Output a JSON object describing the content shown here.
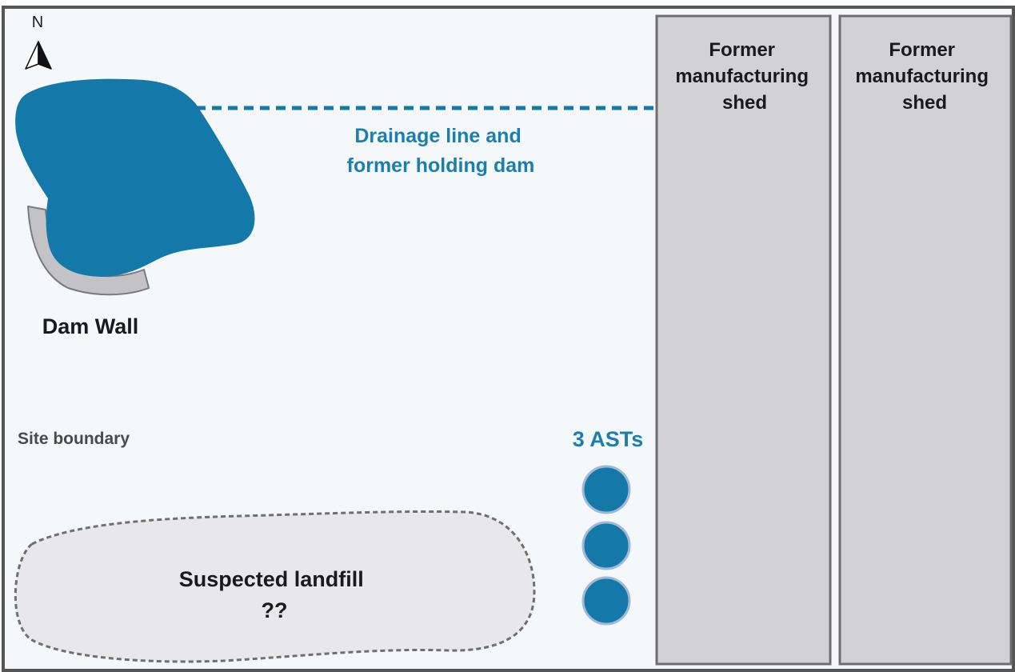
{
  "north_arrow": {
    "letter": "N"
  },
  "dam": {
    "wall_label": "Dam Wall"
  },
  "drainage": {
    "label_line1": "Drainage line and",
    "label_line2": "former holding dam"
  },
  "site": {
    "boundary_label": "Site boundary"
  },
  "asts": {
    "label": "3 ASTs",
    "count": 3
  },
  "landfill": {
    "label_line1": "Suspected landfill",
    "label_line2": "??"
  },
  "sheds": [
    {
      "line1": "Former",
      "line2": "manufacturing",
      "line3": "shed"
    },
    {
      "line1": "Former",
      "line2": "manufacturing",
      "line3": "shed"
    }
  ],
  "colors": {
    "background": "#f5f8fb",
    "boundary": "#555555",
    "water": "#1479a8",
    "dam_wall": "#c3c3c5",
    "shed_fill": "#d2d2d4",
    "shed_border": "#6d6d6f",
    "landfill_fill": "#e8e8ea",
    "landfill_border": "#6f6f6f",
    "ast_fill": "#1479a8",
    "ast_ring": "#9fb9d6",
    "label_dark": "#1a1a1a",
    "label_grey": "#4a4a4a",
    "label_blue": "#1a7fb0"
  }
}
